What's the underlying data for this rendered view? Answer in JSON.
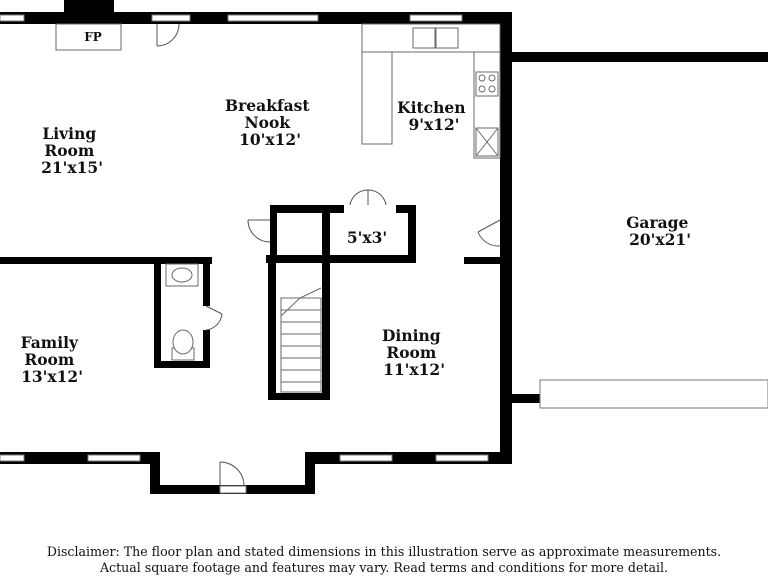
{
  "rooms": [
    {
      "id": "living-room",
      "lines": [
        "Living",
        "Room",
        "21'x15'"
      ]
    },
    {
      "id": "breakfast-nook",
      "lines": [
        "Breakfast",
        "Nook",
        "10'x12'"
      ]
    },
    {
      "id": "kitchen",
      "lines": [
        "Kitchen",
        "9'x12'"
      ]
    },
    {
      "id": "garage",
      "lines": [
        "Garage",
        "20'x21'"
      ]
    },
    {
      "id": "closet",
      "lines": [
        "5'x3'"
      ]
    },
    {
      "id": "family-room",
      "lines": [
        "Family",
        "Room",
        "13'x12'"
      ]
    },
    {
      "id": "dining-room",
      "lines": [
        "Dining",
        "Room",
        "11'x12'"
      ]
    }
  ],
  "fireplace": {
    "label": "FP"
  },
  "disclaimer": {
    "line1": "Disclaimer: The floor plan and stated dimensions in this illustration serve as approximate measurements.",
    "line2": "Actual square footage and features may vary. Read terms and conditions for more detail."
  },
  "colors": {
    "wall": "#000000",
    "background": "#ffffff",
    "fixture": "#6a6a6a"
  }
}
